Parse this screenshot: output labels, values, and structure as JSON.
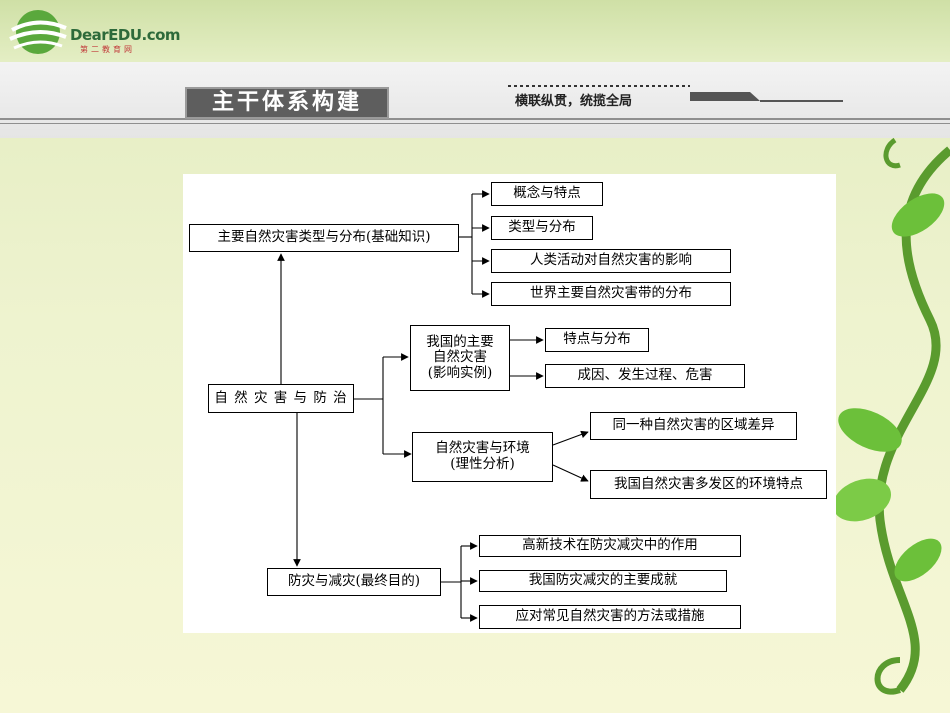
{
  "logo": {
    "text": "DearEDU.com",
    "subtext": "第二教育网"
  },
  "header": {
    "title": "主干体系构建",
    "subtitle": "横联纵贯，统揽全局"
  },
  "diagram": {
    "root": "自 然 灾 害 与 防 治",
    "branch1": {
      "label": "主要自然灾害类型与分布(基础知识)",
      "items": [
        "概念与特点",
        "类型与分布",
        "人类活动对自然灾害的影响",
        "世界主要自然灾害带的分布"
      ]
    },
    "branch2": {
      "sub1": {
        "lines": [
          "我国的主要",
          "自然灾害",
          "(影响实例)"
        ],
        "items": [
          "特点与分布",
          "成因、发生过程、危害"
        ]
      },
      "sub2": {
        "lines": [
          "自然灾害与环境",
          "(理性分析)"
        ],
        "items": [
          "同一种自然灾害的区域差异",
          "我国自然灾害多发区的环境特点"
        ]
      }
    },
    "branch3": {
      "label": "防灾与减灾(最终目的)",
      "items": [
        "高新技术在防灾减灾中的作用",
        "我国防灾减灾的主要成就",
        "应对常见自然灾害的方法或措施"
      ]
    }
  }
}
